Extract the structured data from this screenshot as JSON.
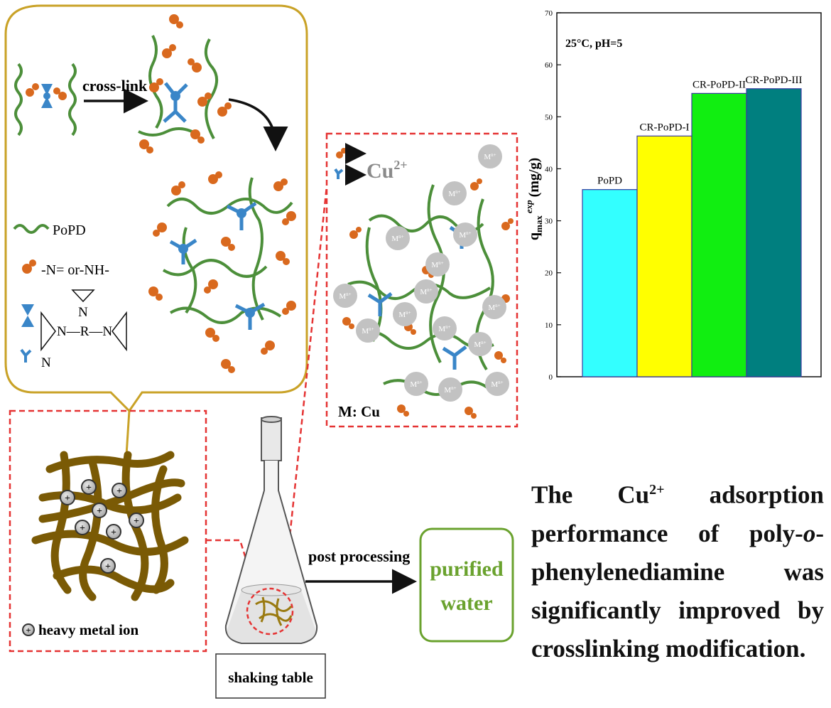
{
  "inset": {
    "crosslink_label": "cross-link",
    "legend_popd": "PoPD",
    "legend_amine": "-N= or-NH-",
    "formula_top_n": "N",
    "formula_main": "N—R—N",
    "formula_bottom_n": "N"
  },
  "sponge": {
    "legend": "heavy metal ion",
    "ion_symbol": "+"
  },
  "adsorption": {
    "cu_label": "Cu",
    "cu_charge": "2+",
    "ion_label": "M",
    "ion_charge": "n+",
    "metal_note": "M: Cu"
  },
  "flask": {
    "label": "shaking table"
  },
  "process": {
    "arrow_label": "post processing",
    "result_line1": "purified",
    "result_line2": "water"
  },
  "summary": {
    "part1": "The Cu",
    "sup": "2+",
    "part2": " adsorption performance of poly-",
    "italic": "o",
    "part3": "-phenylenediamine was significantly improved by crosslinking modification."
  },
  "colors": {
    "frame_gold": "#c9a227",
    "dashed_red": "#e53333",
    "popd_green": "#4c8f3a",
    "amine_orange": "#d9691e",
    "crosslinker_blue": "#3a86c8",
    "sponge_brown": "#7a5a05",
    "ion_gray": "#bdbdbd",
    "result_green": "#6aa22e"
  },
  "chart_data": {
    "type": "bar",
    "categories": [
      "PoPD",
      "CR-PoPD-I",
      "CR-PoPD-II",
      "CR-PoPD-III"
    ],
    "values": [
      36,
      46.3,
      54.5,
      55.4
    ],
    "colors": [
      "#33ffff",
      "#ffff00",
      "#11ee11",
      "#007f7f"
    ],
    "annotation": "25°C, pH=5",
    "ylabel": "q",
    "ylabel_sub": "max",
    "ylabel_sup": "exp",
    "ylabel_unit": "(mg/g)",
    "ylim": [
      0,
      70
    ],
    "yticks": [
      0,
      10,
      20,
      30,
      40,
      50,
      60,
      70
    ],
    "grid": false
  }
}
